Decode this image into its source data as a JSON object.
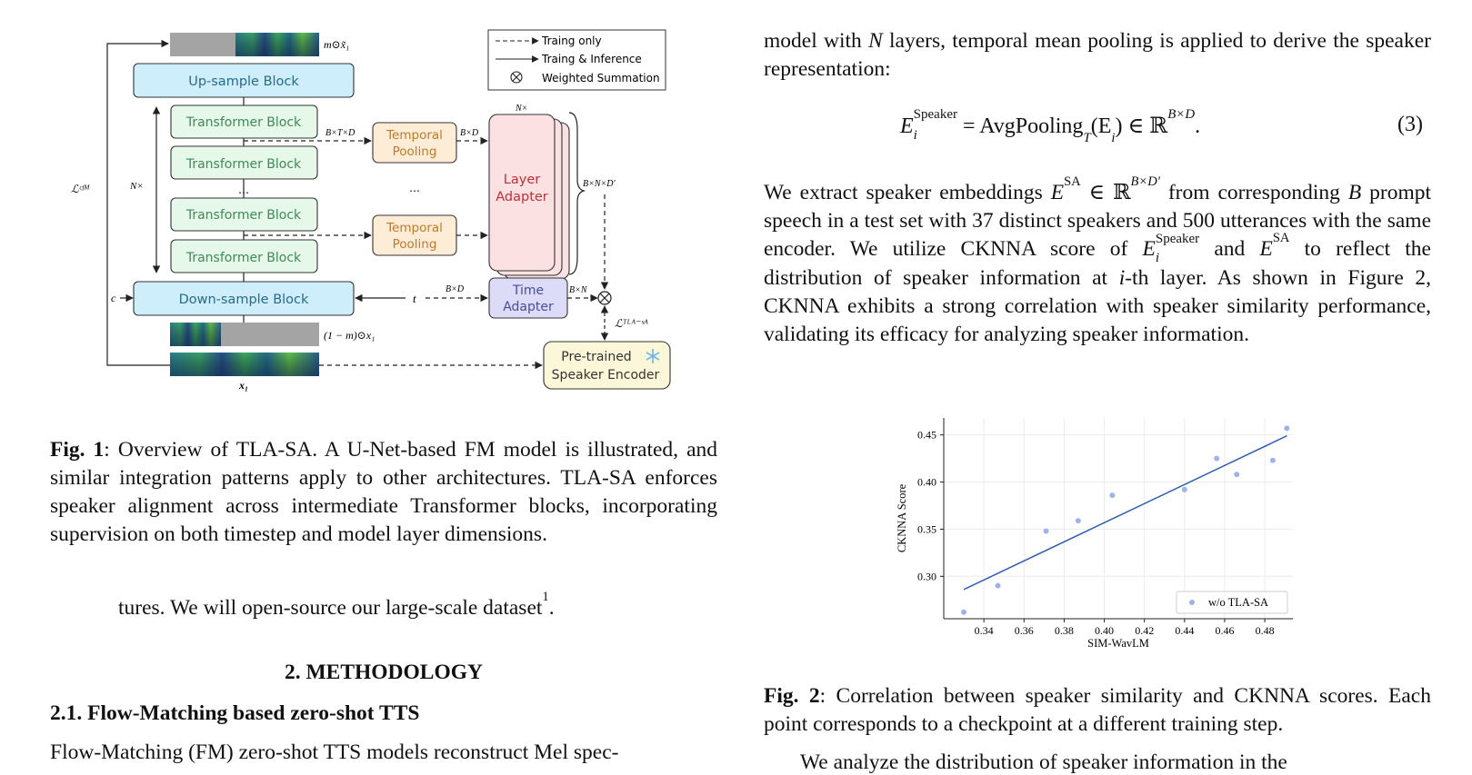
{
  "fig1": {
    "legend": {
      "dashed": "Traing only",
      "solid": "Traing & Inference",
      "otimes": "Weighted Summation"
    },
    "blocks": {
      "upsample": "Up-sample Block",
      "downsample": "Down-sample Block",
      "transformer": "Transformer Block",
      "temporal_line1": "Temporal",
      "temporal_line2": "Pooling",
      "layer_line1": "Layer",
      "layer_line2": "Adapter",
      "time_line1": "Time",
      "time_line2": "Adapter",
      "pretrained_line1": "Pre-trained",
      "pretrained_line2": "Speaker Encoder"
    },
    "labels": {
      "m_x1": "m⊙x̃₁",
      "one_minus_m": "(1 − m)⊙x₁",
      "x1": "x₁",
      "cfm": "ℒᶜᶠᴹ",
      "n_left": "N×",
      "n_stack": "N×",
      "c": "c",
      "t": "t",
      "btd": "B×T×D",
      "bd1": "B×D",
      "bd2": "B×D",
      "bnd": "B×N×D′",
      "bn": "B×N",
      "tla": "ℒᵀᴸᴬ⁻ˢᴬ",
      "dots": "…"
    },
    "caption_label": "Fig. 1",
    "caption_text": ":  Overview of TLA-SA. A U-Net-based FM model is illustrated, and similar integration patterns apply to other architectures.  TLA-SA enforces speaker alignment across intermediate Transformer blocks, incorporating supervision on both timestep and model layer dimensions."
  },
  "left": {
    "footnote_line": "tures. We will open-source our large-scale dataset",
    "footnote_mark": "1",
    "section_heading": "2.  METHODOLOGY",
    "subsection_heading": "2.1.  Flow-Matching based zero-shot TTS",
    "last_line": "Flow-Matching (FM) zero-shot TTS models reconstruct Mel spec-"
  },
  "right": {
    "p1_a": "model with ",
    "p1_N": "N",
    "p1_b": " layers, temporal mean pooling is applied to derive the speaker representation:",
    "eq_E": "E",
    "eq_sup": "Speaker",
    "eq_sub": "i",
    "eq_mid": " = AvgPooling",
    "eq_T": "T",
    "eq_arg": "(E",
    "eq_arg_sub": "i",
    "eq_in": ") ∈ ℝ",
    "eq_dim": "B×D",
    "eq_end": ".",
    "eq_number": "(3)",
    "p2_1": "We extract speaker embeddings ",
    "p2_E": "E",
    "p2_sa": "SA",
    "p2_2": " ∈ ℝ",
    "p2_dim": "B×D′",
    "p2_3": " from corresponding ",
    "p2_B": "B",
    "p2_4": " prompt speech in a test set with 37 distinct speakers and 500 utterances with the same encoder.  We utilize CKNNA score of ",
    "p2_Ei": "E",
    "p2_Ei_sup": "Speaker",
    "p2_Ei_sub": "i",
    "p2_5": " and ",
    "p2_Esa": "E",
    "p2_Esa_sup": "SA",
    "p2_6": " to reflect the distribution of speaker information at ",
    "p2_i": "i",
    "p2_7": "-th layer.  As shown in Figure 2, CKNNA exhibits a strong correlation with speaker similarity performance, validating its efficacy for analyzing speaker information.",
    "fig2_label": "Fig. 2",
    "fig2_text": ": Correlation between speaker similarity and CKNNA scores. Each point corresponds to a checkpoint at a different training step.",
    "last_line": "We analyze the distribution of speaker information in the"
  },
  "chart_data": {
    "type": "scatter",
    "xlabel": "SIM-WavLM",
    "ylabel": "CKNNA Score",
    "xlim": [
      0.32,
      0.494
    ],
    "ylim": [
      0.255,
      0.468
    ],
    "xticks": [
      "0.34",
      "0.36",
      "0.38",
      "0.40",
      "0.42",
      "0.44",
      "0.46",
      "0.48"
    ],
    "yticks": [
      "0.30",
      "0.35",
      "0.40",
      "0.45"
    ],
    "grid": true,
    "legend_position": "bottom-right",
    "point_color": "#9fb3ea",
    "line_color": "#2f5fb0",
    "series": [
      {
        "name": "w/o TLA-SA",
        "points": [
          [
            0.33,
            0.262
          ],
          [
            0.347,
            0.29
          ],
          [
            0.371,
            0.348
          ],
          [
            0.387,
            0.359
          ],
          [
            0.404,
            0.386
          ],
          [
            0.44,
            0.392
          ],
          [
            0.456,
            0.425
          ],
          [
            0.466,
            0.408
          ],
          [
            0.484,
            0.423
          ],
          [
            0.491,
            0.457
          ]
        ]
      }
    ],
    "fit_line": [
      [
        0.33,
        0.286
      ],
      [
        0.491,
        0.449
      ]
    ]
  }
}
